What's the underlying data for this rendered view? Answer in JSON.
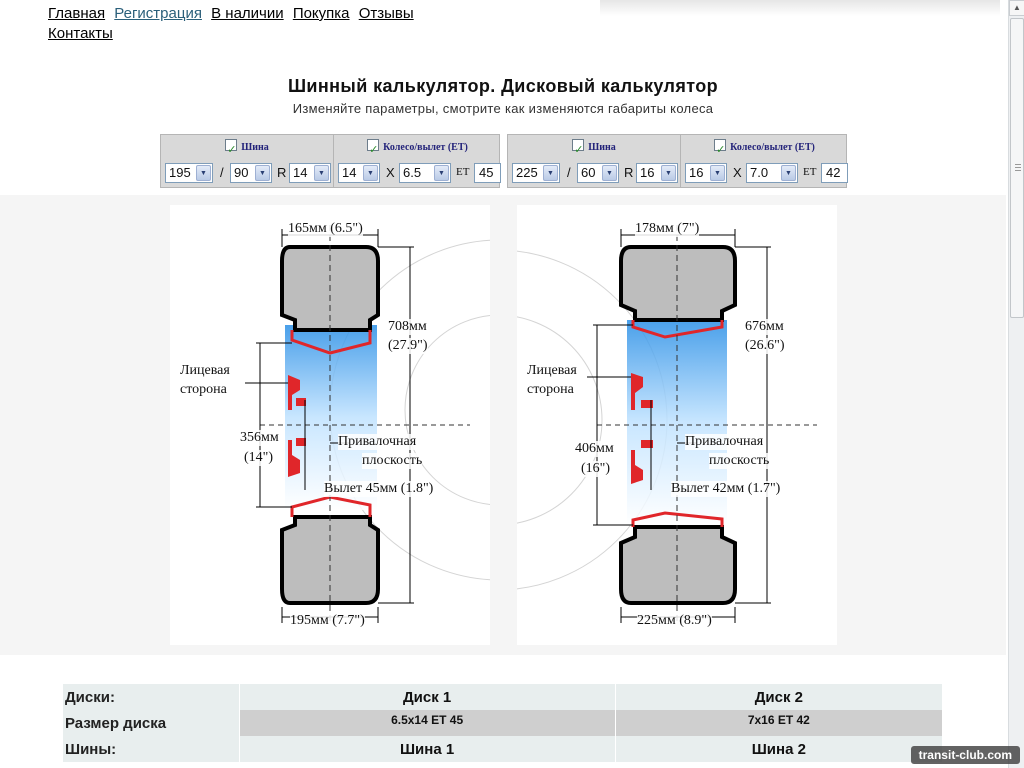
{
  "nav": {
    "items": [
      "Главная",
      "Регистрация",
      "В наличии",
      "Покупка",
      "Отзывы",
      "Контакты"
    ]
  },
  "header": {
    "title": "Шинный калькулятор. Дисковый калькулятор",
    "subtitle": "Изменяйте параметры, смотрите как изменяются габариты колеса"
  },
  "panels": [
    {
      "tire_label": "Шина",
      "wheel_label": "Колесо/вылет (ET)",
      "tire_width": "195",
      "tire_profile": "90",
      "tire_r_label": "R",
      "tire_diameter": "14",
      "wheel_diameter": "14",
      "x_label": "X",
      "wheel_width": "6.5",
      "et_label": "ET",
      "et_value": "45",
      "slash": "/"
    },
    {
      "tire_label": "Шина",
      "wheel_label": "Колесо/вылет (ET)",
      "tire_width": "225",
      "tire_profile": "60",
      "tire_r_label": "R",
      "tire_diameter": "16",
      "wheel_diameter": "16",
      "x_label": "X",
      "wheel_width": "7.0",
      "et_label": "ET",
      "et_value": "42",
      "slash": "/"
    }
  ],
  "diagrams": [
    {
      "rim_width": "165мм (6.5\")",
      "outer_diameter": "708мм",
      "outer_diameter_in": "(27.9\")",
      "face_side_1": "Лицевая",
      "face_side_2": "сторона",
      "rim_diameter": "356мм",
      "rim_diameter_in": "(14\")",
      "mount_1": "Привалочная",
      "mount_2": "плоскость",
      "offset": "Вылет 45мм (1.8\")",
      "tire_width": "195мм (7.7\")"
    },
    {
      "rim_width": "178мм (7\")",
      "outer_diameter": "676мм",
      "outer_diameter_in": "(26.6\")",
      "face_side_1": "Лицевая",
      "face_side_2": "сторона",
      "rim_diameter": "406мм",
      "rim_diameter_in": "(16\")",
      "mount_1": "Привалочная",
      "mount_2": "плоскость",
      "offset": "Вылет 42мм (1.7\")",
      "tire_width": "225мм (8.9\")"
    }
  ],
  "table": {
    "row_discs": {
      "label": "Диски:",
      "c1": "Диск 1",
      "c2": "Диск 2"
    },
    "row_size": {
      "label": "Размер диска",
      "c1": "6.5x14 ET 45",
      "c2": "7x16 ET 42"
    },
    "row_tires": {
      "label": "Шины:",
      "c1": "Шина 1",
      "c2": "Шина 2"
    }
  },
  "watermark": "transit-club.com",
  "colors": {
    "tire_fill": "#bdbdbd",
    "rim_red": "#e0262a",
    "rim_blue": "#2a8fe6",
    "panel_bg": "#d9d9d9"
  }
}
